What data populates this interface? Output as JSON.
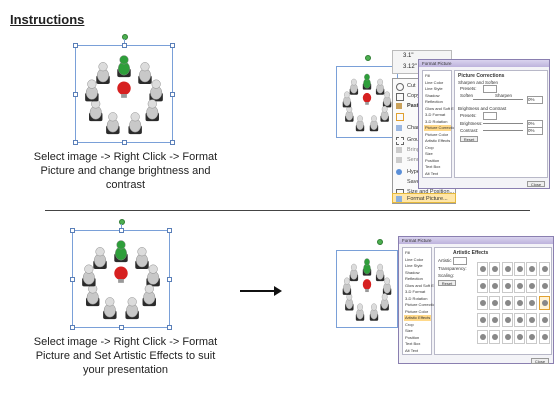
{
  "title": "Instructions",
  "caption_top": "Select image -> Right Click -> Format Picture and change brightness and contrast",
  "caption_bottom": "Select image -> Right Click -> Format Picture and Set Artistic Effects to suit your presentation",
  "top_picture": {
    "toolbar_values": [
      "3.1\"",
      "3.12\""
    ],
    "context_menu": {
      "items": [
        "Cut",
        "Copy",
        "Paste",
        "",
        "Change Picture",
        "Group",
        "Bring to Front",
        "Send to Back",
        "Hyperlink...",
        "Save as Picture...",
        "Size and Position...",
        "Format Picture..."
      ],
      "highlighted_index": 11
    },
    "dialog": {
      "title": "Format Picture",
      "categories": [
        "Fill",
        "Line Color",
        "Line Style",
        "Shadow",
        "Reflection",
        "Glow and Soft Edges",
        "3-D Format",
        "3-D Rotation",
        "Picture Corrections",
        "Picture Color",
        "Artistic Effects",
        "Crop",
        "Size",
        "Position",
        "Text Box",
        "Alt Text"
      ],
      "selected_category_index": 8,
      "panel_title": "Picture Corrections",
      "section1": "Sharpen and Soften",
      "presets_label": "Presets:",
      "soften_label": "Soften",
      "sharpen_label": "Sharpen",
      "soften_value": "0%",
      "section2": "Brightness and Contrast",
      "brightness_label": "Brightness:",
      "brightness_value": "0%",
      "contrast_label": "Contrast:",
      "contrast_value": "0%",
      "reset_label": "Reset",
      "close_label": "Close"
    }
  },
  "bottom_picture": {
    "dialog": {
      "title": "Format Picture",
      "categories": [
        "Fill",
        "Line Color",
        "Line Style",
        "Shadow",
        "Reflection",
        "Glow and Soft Edges",
        "3-D Format",
        "3-D Rotation",
        "Picture Corrections",
        "Picture Color",
        "Artistic Effects",
        "Crop",
        "Size",
        "Position",
        "Text Box",
        "Alt Text"
      ],
      "selected_category_index": 10,
      "panel_title": "Artistic Effects",
      "effect_label": "Artistic Effect:",
      "transparency_label": "Transparency:",
      "scaling_label": "Scaling:",
      "reset_label": "Reset",
      "close_label": "Close",
      "effect_grid_rows": 5,
      "effect_grid_cols": 6,
      "selected_effect_index": 17
    }
  },
  "colors": {
    "accent_green": "#2e9e3a",
    "accent_red": "#d62020",
    "menu_highlight": "#ffe6a8",
    "dialog_border": "#8a7fb0",
    "selection_border": "#7aa0d8"
  }
}
